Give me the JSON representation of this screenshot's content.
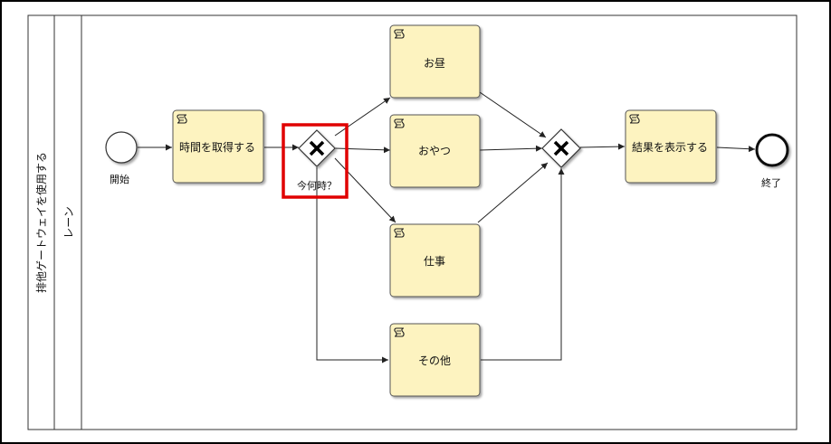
{
  "pool": {
    "label": "排他ゲートウェイを使用する"
  },
  "lane": {
    "label": "レーン"
  },
  "events": {
    "start": {
      "label": "開始"
    },
    "end": {
      "label": "終了"
    }
  },
  "tasks": {
    "get_time": {
      "label": "時間を取得する"
    },
    "lunch": {
      "label": "お昼"
    },
    "snack": {
      "label": "おやつ"
    },
    "work": {
      "label": "仕事"
    },
    "other": {
      "label": "その他"
    },
    "show_result": {
      "label": "結果を表示する"
    }
  },
  "gateways": {
    "split": {
      "label": "今何時？"
    },
    "merge": {
      "label": ""
    }
  },
  "colors": {
    "task_fill": "#fdf3c0",
    "task_border": "#555555",
    "highlight": "#e00000",
    "line": "#222222"
  }
}
